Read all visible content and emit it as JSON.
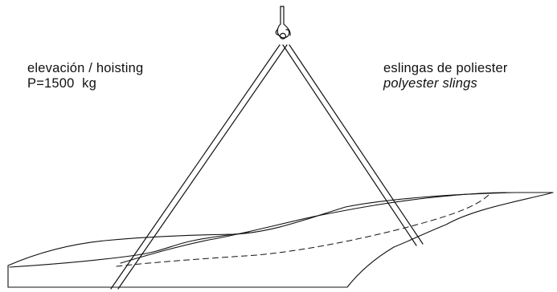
{
  "hoisting": {
    "line1": "elevación / hoisting",
    "line2": "P=1500  kg"
  },
  "slings": {
    "line1": "eslingas de poliester",
    "line2": "polyester slings"
  },
  "colors": {
    "ink": "#111111",
    "background": "#ffffff"
  },
  "icons": [
    "crane-hook-icon"
  ]
}
